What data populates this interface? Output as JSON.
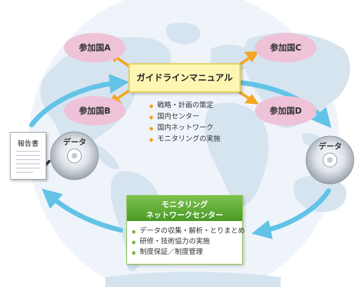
{
  "colors": {
    "map": "#d9e6f1",
    "cycle_arrow": "#62c3e6",
    "orange_arrow": "#f5a623",
    "country_oval": "#eec3d8",
    "guide_box": "#fdf6b3",
    "monitoring_header": "#5aa832"
  },
  "icons": [
    "disc-icon",
    "report-document-icon",
    "pen-icon",
    "world-map"
  ],
  "countries": {
    "a": "参加国A",
    "b": "参加国B",
    "c": "参加国C",
    "d": "参加国D"
  },
  "guideline": {
    "title": "ガイドラインマニュアル",
    "items": [
      "戦略・計画の策定",
      "国内センター",
      "国内ネットワーク",
      "モニタリングの実施"
    ]
  },
  "monitoring": {
    "title_line1": "モニタリング",
    "title_line2": "ネットワークセンター",
    "items": [
      "データの収集・解析・とりまとめ",
      "研修・技術協力の実施",
      "制度保証／制度管理"
    ]
  },
  "report": {
    "label": "報告書"
  },
  "data_left": {
    "label": "データ"
  },
  "data_right": {
    "label": "データ"
  }
}
